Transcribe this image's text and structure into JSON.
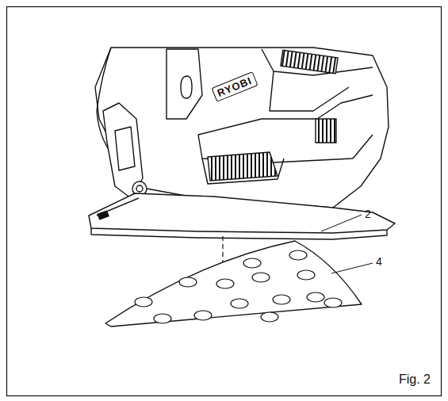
{
  "diagram": {
    "caption": "Fig. 2",
    "labels": [
      "RYOBI",
      "2",
      "4"
    ]
  }
}
